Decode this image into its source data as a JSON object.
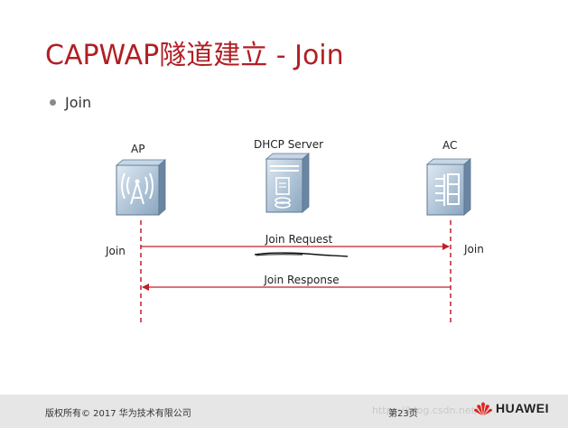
{
  "slide": {
    "title": "CAPWAP隧道建立 - Join",
    "bullet": "Join"
  },
  "diagram": {
    "entities": [
      {
        "label": "AP",
        "icon": "wireless-ap-icon"
      },
      {
        "label": "DHCP Server",
        "icon": "server-icon"
      },
      {
        "label": "AC",
        "icon": "access-controller-icon"
      }
    ],
    "side_labels": {
      "left": "Join",
      "right": "Join"
    },
    "messages": [
      {
        "label": "Join Request",
        "direction": "AP->AC"
      },
      {
        "label": "Join Response",
        "direction": "AC->AP"
      }
    ],
    "colors": {
      "line": "#c0212b",
      "title": "#b01f24"
    }
  },
  "footer": {
    "copyright": "版权所有© 2017 华为技术有限公司",
    "page": "第23页",
    "watermark": "https://blog.csdn.net/",
    "brand": "HUAWEI"
  }
}
